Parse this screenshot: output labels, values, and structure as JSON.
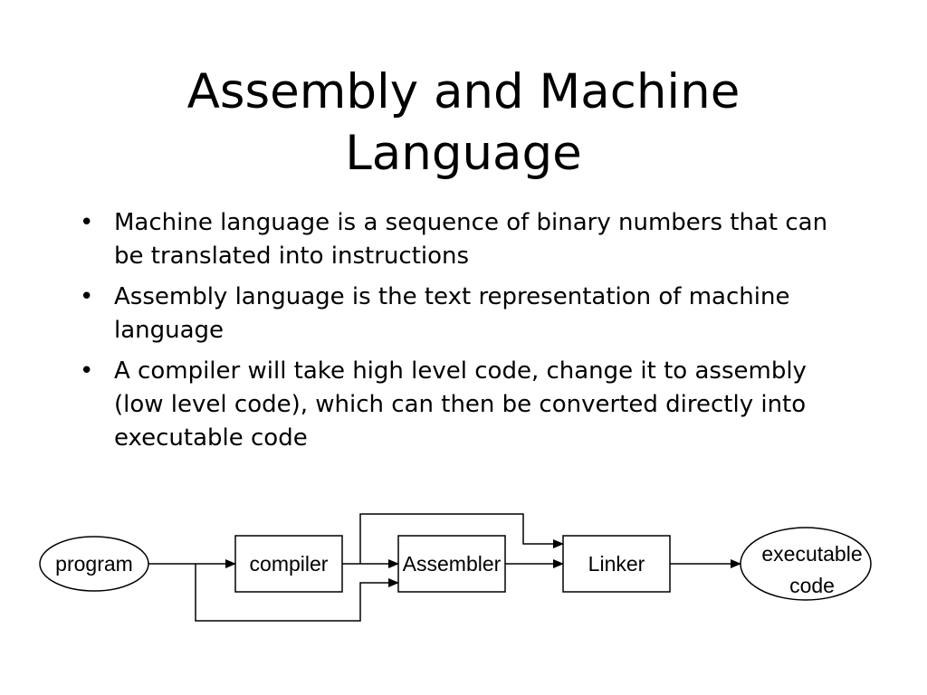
{
  "slide": {
    "title_lines": [
      "Assembly and Machine",
      "Language"
    ],
    "bullets": [
      "Machine language is a sequence of binary numbers that can be translated into instructions",
      "Assembly language is the text representation of machine language",
      "A compiler will take high level code, change it to assembly (low level code), which can then be converted directly into executable code"
    ],
    "bullet_glyph": "•"
  },
  "diagram": {
    "nodes": {
      "program": "program",
      "compiler": "compiler",
      "assembler": "Assembler",
      "linker": "Linker",
      "executable_line1": "executable",
      "executable_line2": "code"
    }
  }
}
